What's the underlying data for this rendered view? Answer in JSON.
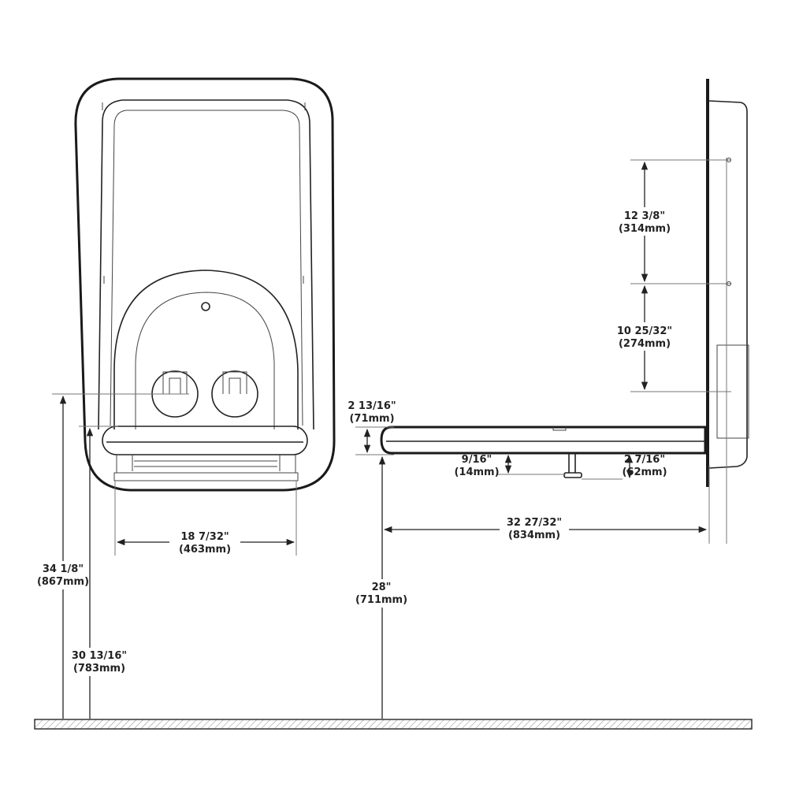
{
  "dimensions": {
    "seat_width": {
      "imperial": "18 7/32\"",
      "metric": "(463mm)"
    },
    "overall_height": {
      "imperial": "34 1/8\"",
      "metric": "(867mm)"
    },
    "bed_top_height": {
      "imperial": "30 13/16\"",
      "metric": "(783mm)"
    },
    "bed_height_floor": {
      "imperial": "28\"",
      "metric": "(711mm)"
    },
    "bed_thickness": {
      "imperial": "2 13/16\"",
      "metric": "(71mm)"
    },
    "leg_clearance": {
      "imperial": "9/16\"",
      "metric": "(14mm)"
    },
    "leg_drop": {
      "imperial": "2 7/16\"",
      "metric": "(62mm)"
    },
    "bed_projection": {
      "imperial": "32 27/32\"",
      "metric": "(834mm)"
    },
    "mount_upper_spacing": {
      "imperial": "12 3/8\"",
      "metric": "(314mm)"
    },
    "mount_lower_spacing": {
      "imperial": "10 25/32\"",
      "metric": "(274mm)"
    }
  }
}
